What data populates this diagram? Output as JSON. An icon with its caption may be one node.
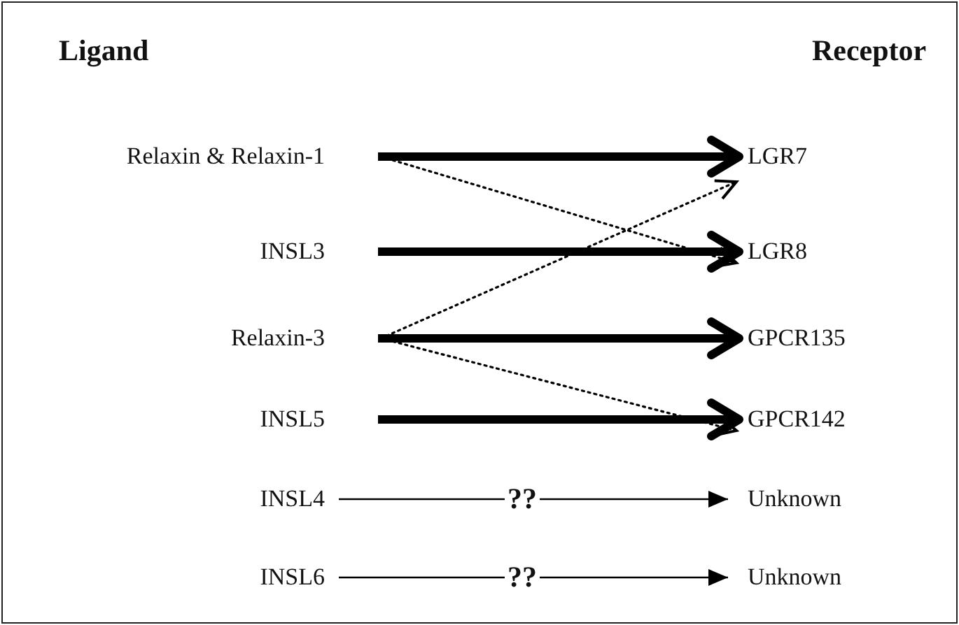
{
  "diagram": {
    "nodes": [
      {
        "text": [
          "Relaxin & Relaxin-1"
        ]
      },
      {
        "text": [
          "LGR7"
        ]
      },
      {
        "text": [
          "INSL3"
        ]
      },
      {
        "text": [
          "LGR8"
        ]
      },
      {
        "text": [
          "Relaxin-3"
        ]
      },
      {
        "text": [
          "GPCR135"
        ]
      },
      {
        "text": [
          "INSL5"
        ]
      },
      {
        "text": [
          "GPCR142"
        ]
      },
      {
        "text": [
          "INSL4"
        ]
      },
      {
        "text": [
          "Unknown"
        ]
      },
      {
        "text": [
          "INSL6"
        ]
      },
      {
        "text": [
          "Unknown"
        ]
      }
    ],
    "edges": [
      {
        "from": 0,
        "to": 1,
        "arrow": "to",
        "style": "thick"
      },
      {
        "from": 0,
        "to": 3,
        "arrow": "to",
        "style": "dashed"
      },
      {
        "from": 2,
        "to": 3,
        "arrow": "to",
        "style": "thick"
      },
      {
        "from": 4,
        "to": 1,
        "arrow": "to",
        "style": "dashed"
      },
      {
        "from": 4,
        "to": 5,
        "arrow": "to",
        "style": "thick"
      },
      {
        "from": 4,
        "to": 7,
        "arrow": "to",
        "style": "dashed"
      },
      {
        "from": 6,
        "to": 7,
        "arrow": "to",
        "style": "thick"
      },
      {
        "from": 8,
        "to": 9,
        "arrow": "to",
        "label": "??"
      },
      {
        "from": 10,
        "to": 11,
        "arrow": "to",
        "label": "??"
      }
    ],
    "labels": [
      "Ligand",
      "Receptor"
    ]
  }
}
